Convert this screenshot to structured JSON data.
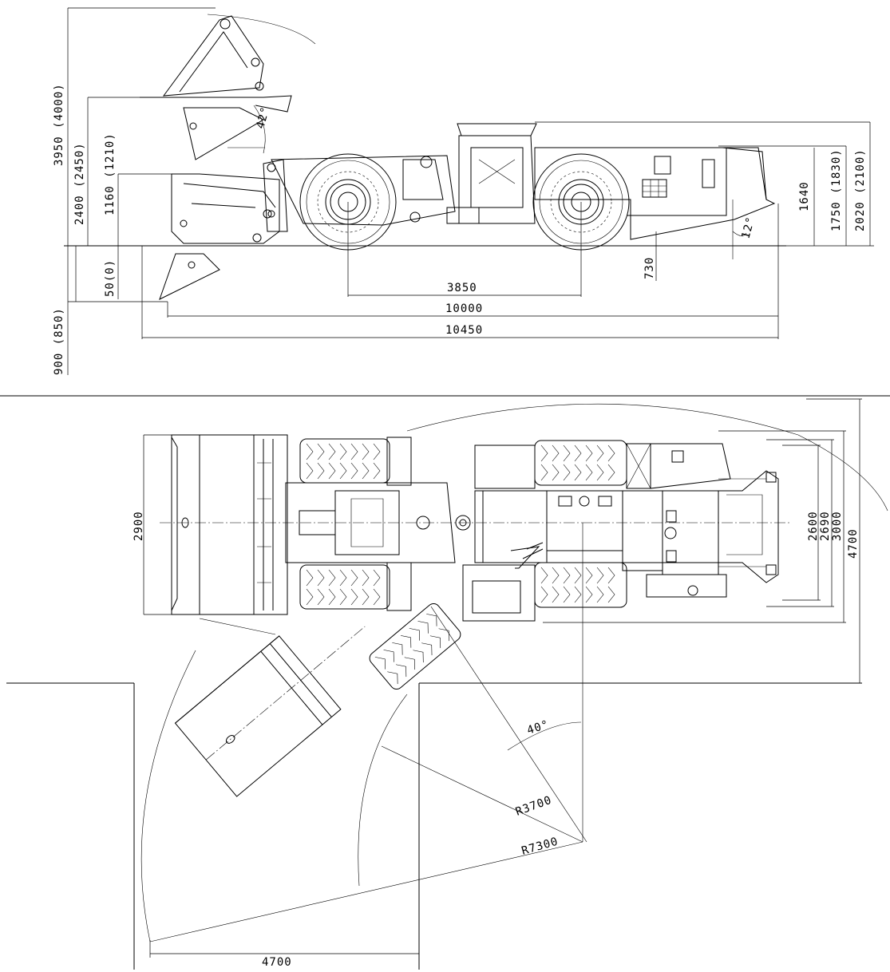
{
  "side_view": {
    "heights": {
      "total_raised": "3950 (4000)",
      "pin_height": "2400 (2450)",
      "bucket_lip": "1160 (1210)",
      "dig_depth": "50(0)",
      "ground_depth": "900 (850)"
    },
    "angles": {
      "dump": "42°",
      "departure": "12°"
    },
    "right": {
      "cab": "1640",
      "overall_1": "1750 (1830)",
      "overall_2": "2020 (2100)"
    },
    "clearance": "730",
    "lengths": {
      "wheelbase": "3850",
      "length_1": "10000",
      "length_2": "10450"
    }
  },
  "plan_view": {
    "bucket_width": "2900",
    "widths": {
      "w1": "2600",
      "w2": "2690",
      "w3": "3000",
      "w4": "4700"
    },
    "articulation": "40°",
    "inner_radius": "R3700",
    "outer_radius": "R7300",
    "aisle": "4700"
  }
}
